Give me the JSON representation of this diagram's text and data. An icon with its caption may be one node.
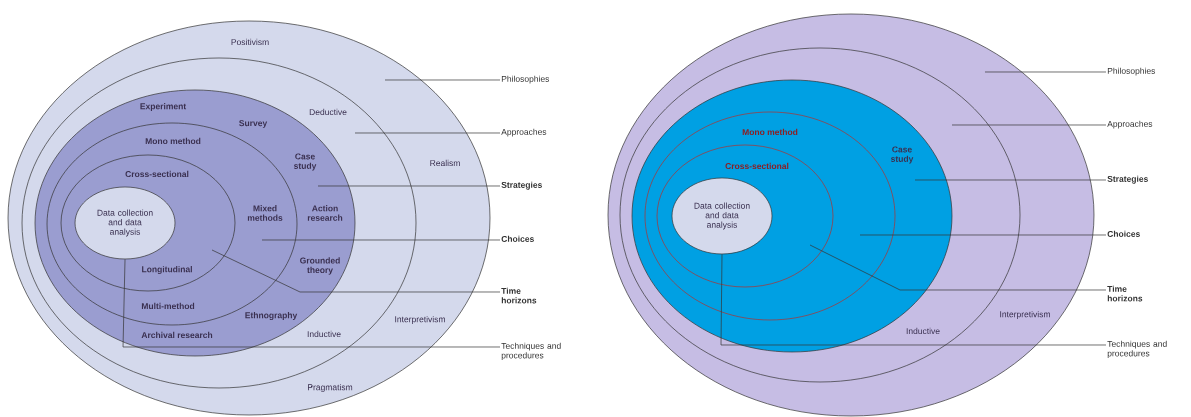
{
  "diagram": {
    "nodes": [
      {
        "text": [
          "Positivism",
          "Realism",
          "Interpretivism",
          "Pragmatism"
        ]
      },
      {
        "text": [
          "Deductive",
          "Inductive"
        ],
        "in": 0
      },
      {
        "text": [
          "Experiment",
          "Survey",
          "Case study",
          "Action research",
          "Grounded theory",
          "Ethnography",
          "Archival research"
        ],
        "in": 1
      },
      {
        "text": [
          "Mono method",
          "Mixed methods",
          "Multi-method"
        ],
        "in": 2
      },
      {
        "text": [
          "Cross-sectional",
          "Longitudinal"
        ],
        "in": 3
      },
      {
        "text": [
          "Data collection and data analysis"
        ],
        "in": 4
      },
      {
        "text": [
          "Philosophies"
        ]
      },
      {
        "text": [
          "Approaches"
        ]
      },
      {
        "text": [
          "Strategies"
        ]
      },
      {
        "text": [
          "Choices"
        ]
      },
      {
        "text": [
          "Time horizons"
        ]
      },
      {
        "text": [
          "Techniques and procedures"
        ]
      },
      {
        "text": [
          "Interpretivism"
        ]
      },
      {
        "text": [
          "Inductive"
        ],
        "in": 12
      },
      {
        "text": [
          "Case study"
        ],
        "in": 13
      },
      {
        "text": [
          "Mono method"
        ],
        "in": 14
      },
      {
        "text": [
          "Cross-sectional"
        ],
        "in": 15
      },
      {
        "text": [
          "Data collection and data analysis"
        ],
        "in": 16
      },
      {
        "text": [
          "Philosophies"
        ]
      },
      {
        "text": [
          "Approaches"
        ]
      },
      {
        "text": [
          "Strategies"
        ]
      },
      {
        "text": [
          "Choices"
        ]
      },
      {
        "text": [
          "Time horizons"
        ]
      },
      {
        "text": [
          "Techniques and procedures"
        ]
      }
    ],
    "edges": [
      {
        "from": 6,
        "to": 0,
        "arrow": "none"
      },
      {
        "from": 7,
        "to": 1,
        "arrow": "none"
      },
      {
        "from": 8,
        "to": 2,
        "arrow": "none"
      },
      {
        "from": 9,
        "to": 3,
        "arrow": "none"
      },
      {
        "from": 10,
        "to": 4,
        "arrow": "none"
      },
      {
        "from": 11,
        "to": 5,
        "arrow": "none"
      },
      {
        "from": 18,
        "to": 12,
        "arrow": "none"
      },
      {
        "from": 19,
        "to": 13,
        "arrow": "none"
      },
      {
        "from": 20,
        "to": 14,
        "arrow": "none"
      },
      {
        "from": 21,
        "to": 15,
        "arrow": "none"
      },
      {
        "from": 22,
        "to": 16,
        "arrow": "none"
      },
      {
        "from": 23,
        "to": 17,
        "arrow": "none"
      }
    ]
  }
}
